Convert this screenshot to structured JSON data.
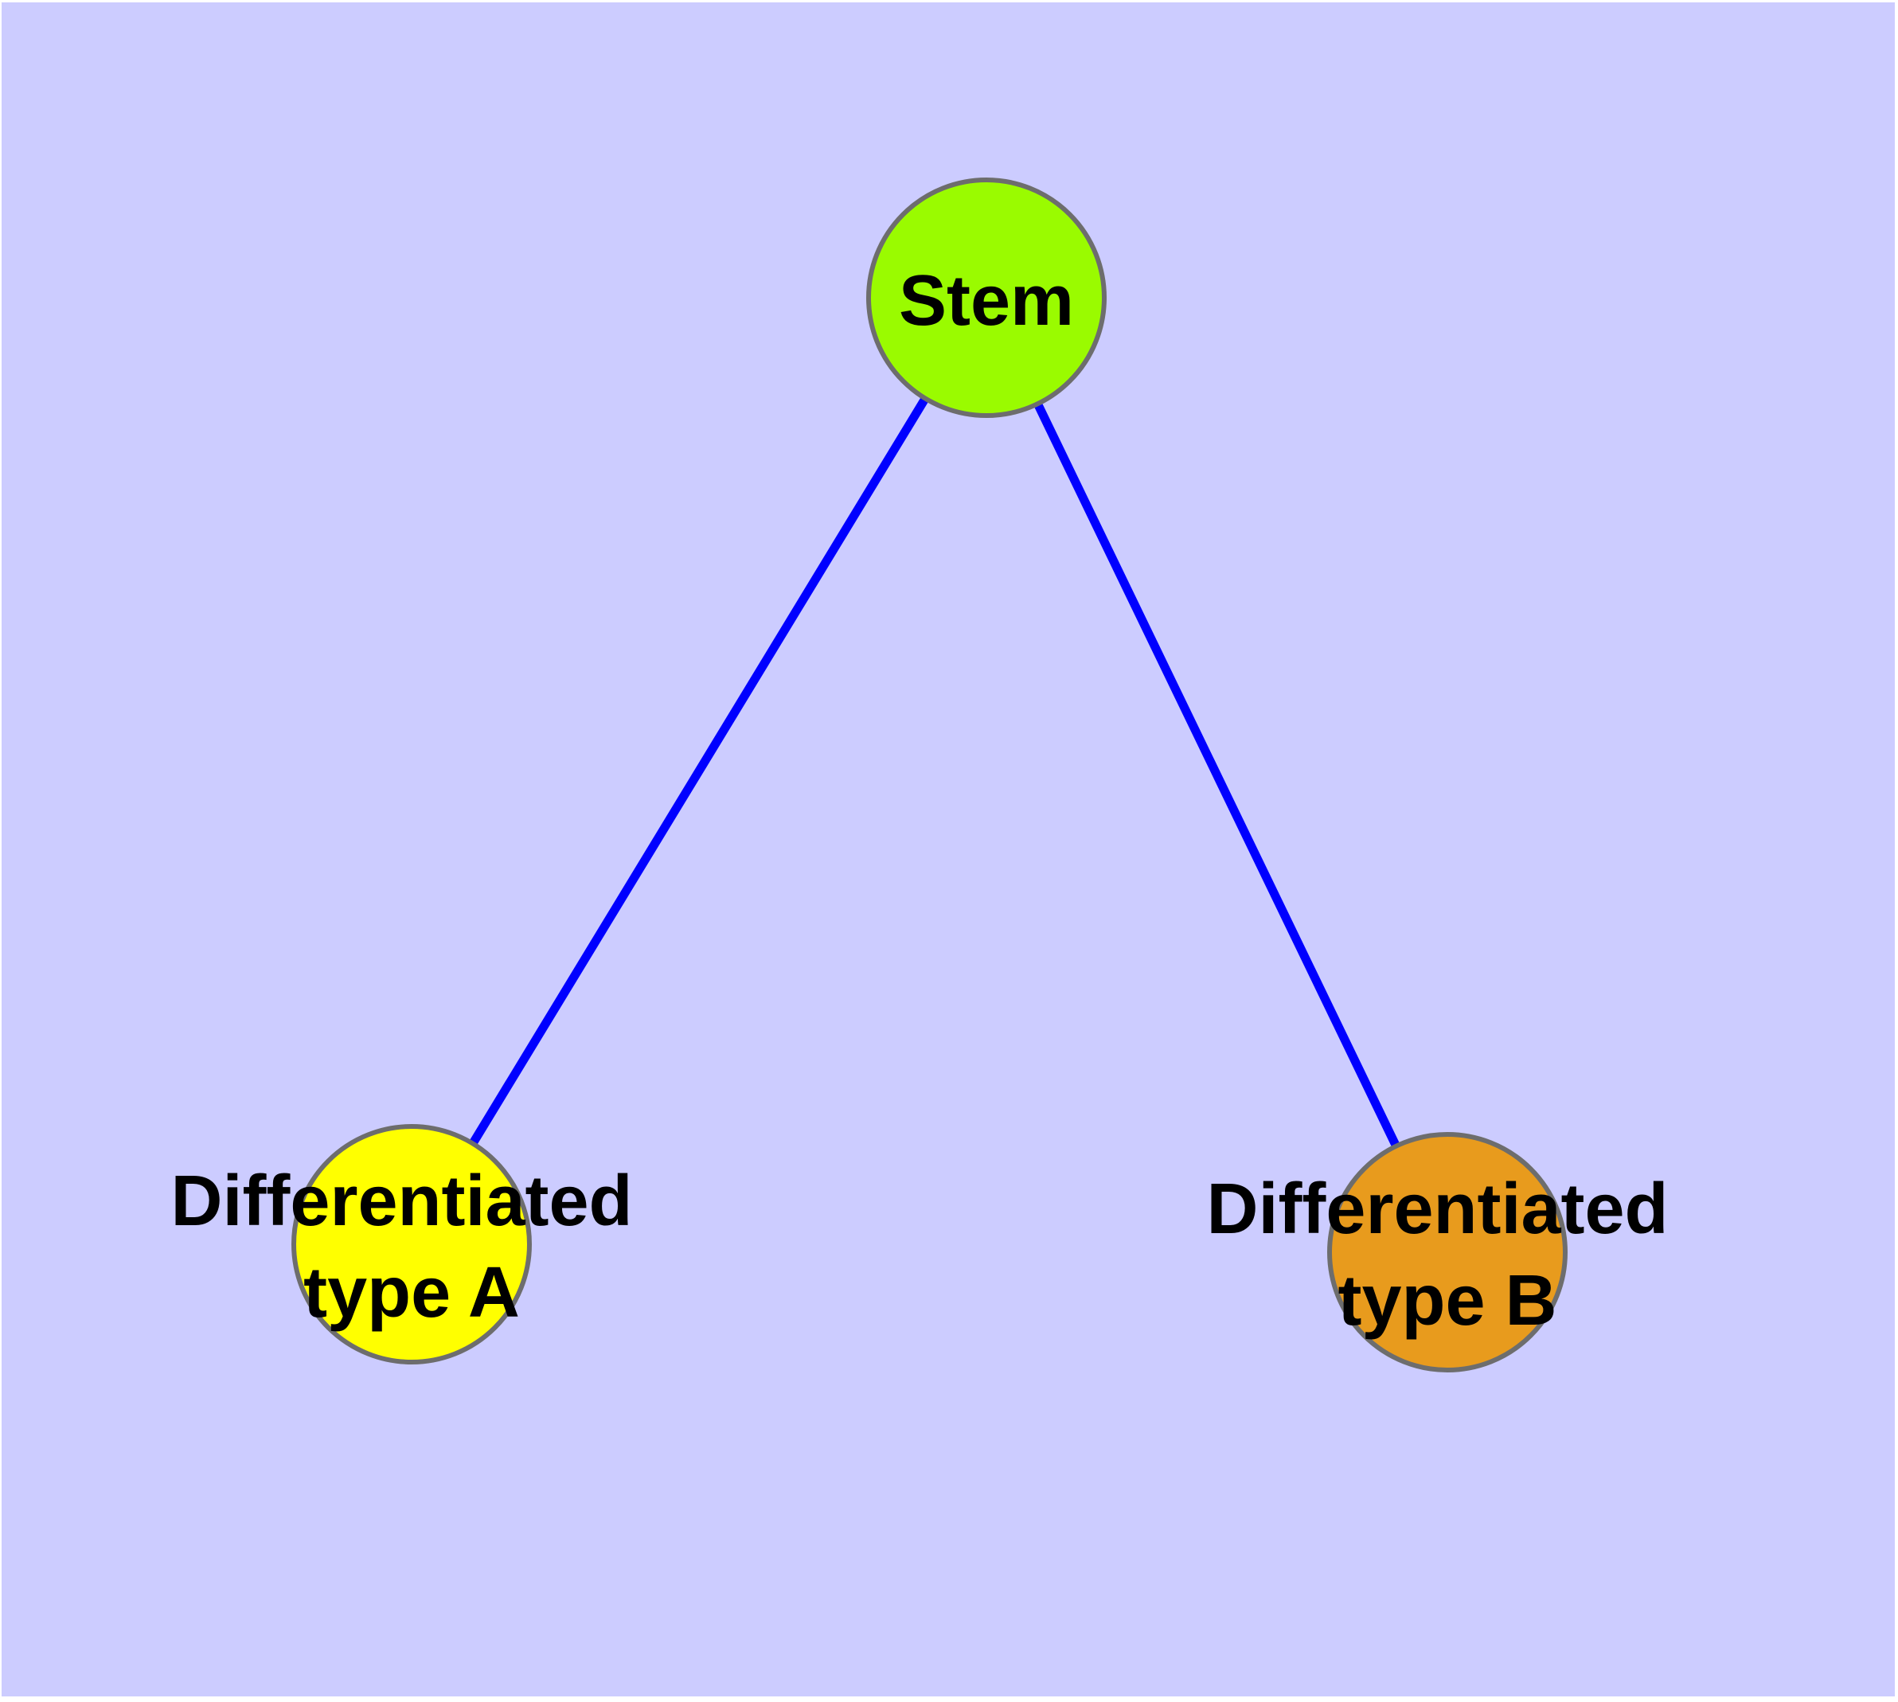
{
  "diagram": {
    "type": "node-link-graph",
    "background_color": "#ccccff",
    "page_border_color": "#ffffff",
    "node_border_color": "#6d6d6d",
    "edge_color": "#0000ff",
    "label_color": "#000000",
    "nodes": {
      "stem": {
        "label": "Stem",
        "fill": "#9afb00"
      },
      "type_a": {
        "label": "Differentiated type A",
        "line1": "Differentiated",
        "line2": "type A",
        "fill": "#ffff00"
      },
      "type_b": {
        "label": "Differentiated type B",
        "line1": "Differentiated",
        "line2": "type B",
        "fill": "#e89b1d"
      }
    },
    "edges": [
      {
        "from": "Stem",
        "to": "Differentiated type A"
      },
      {
        "from": "Stem",
        "to": "Differentiated type B"
      }
    ]
  }
}
